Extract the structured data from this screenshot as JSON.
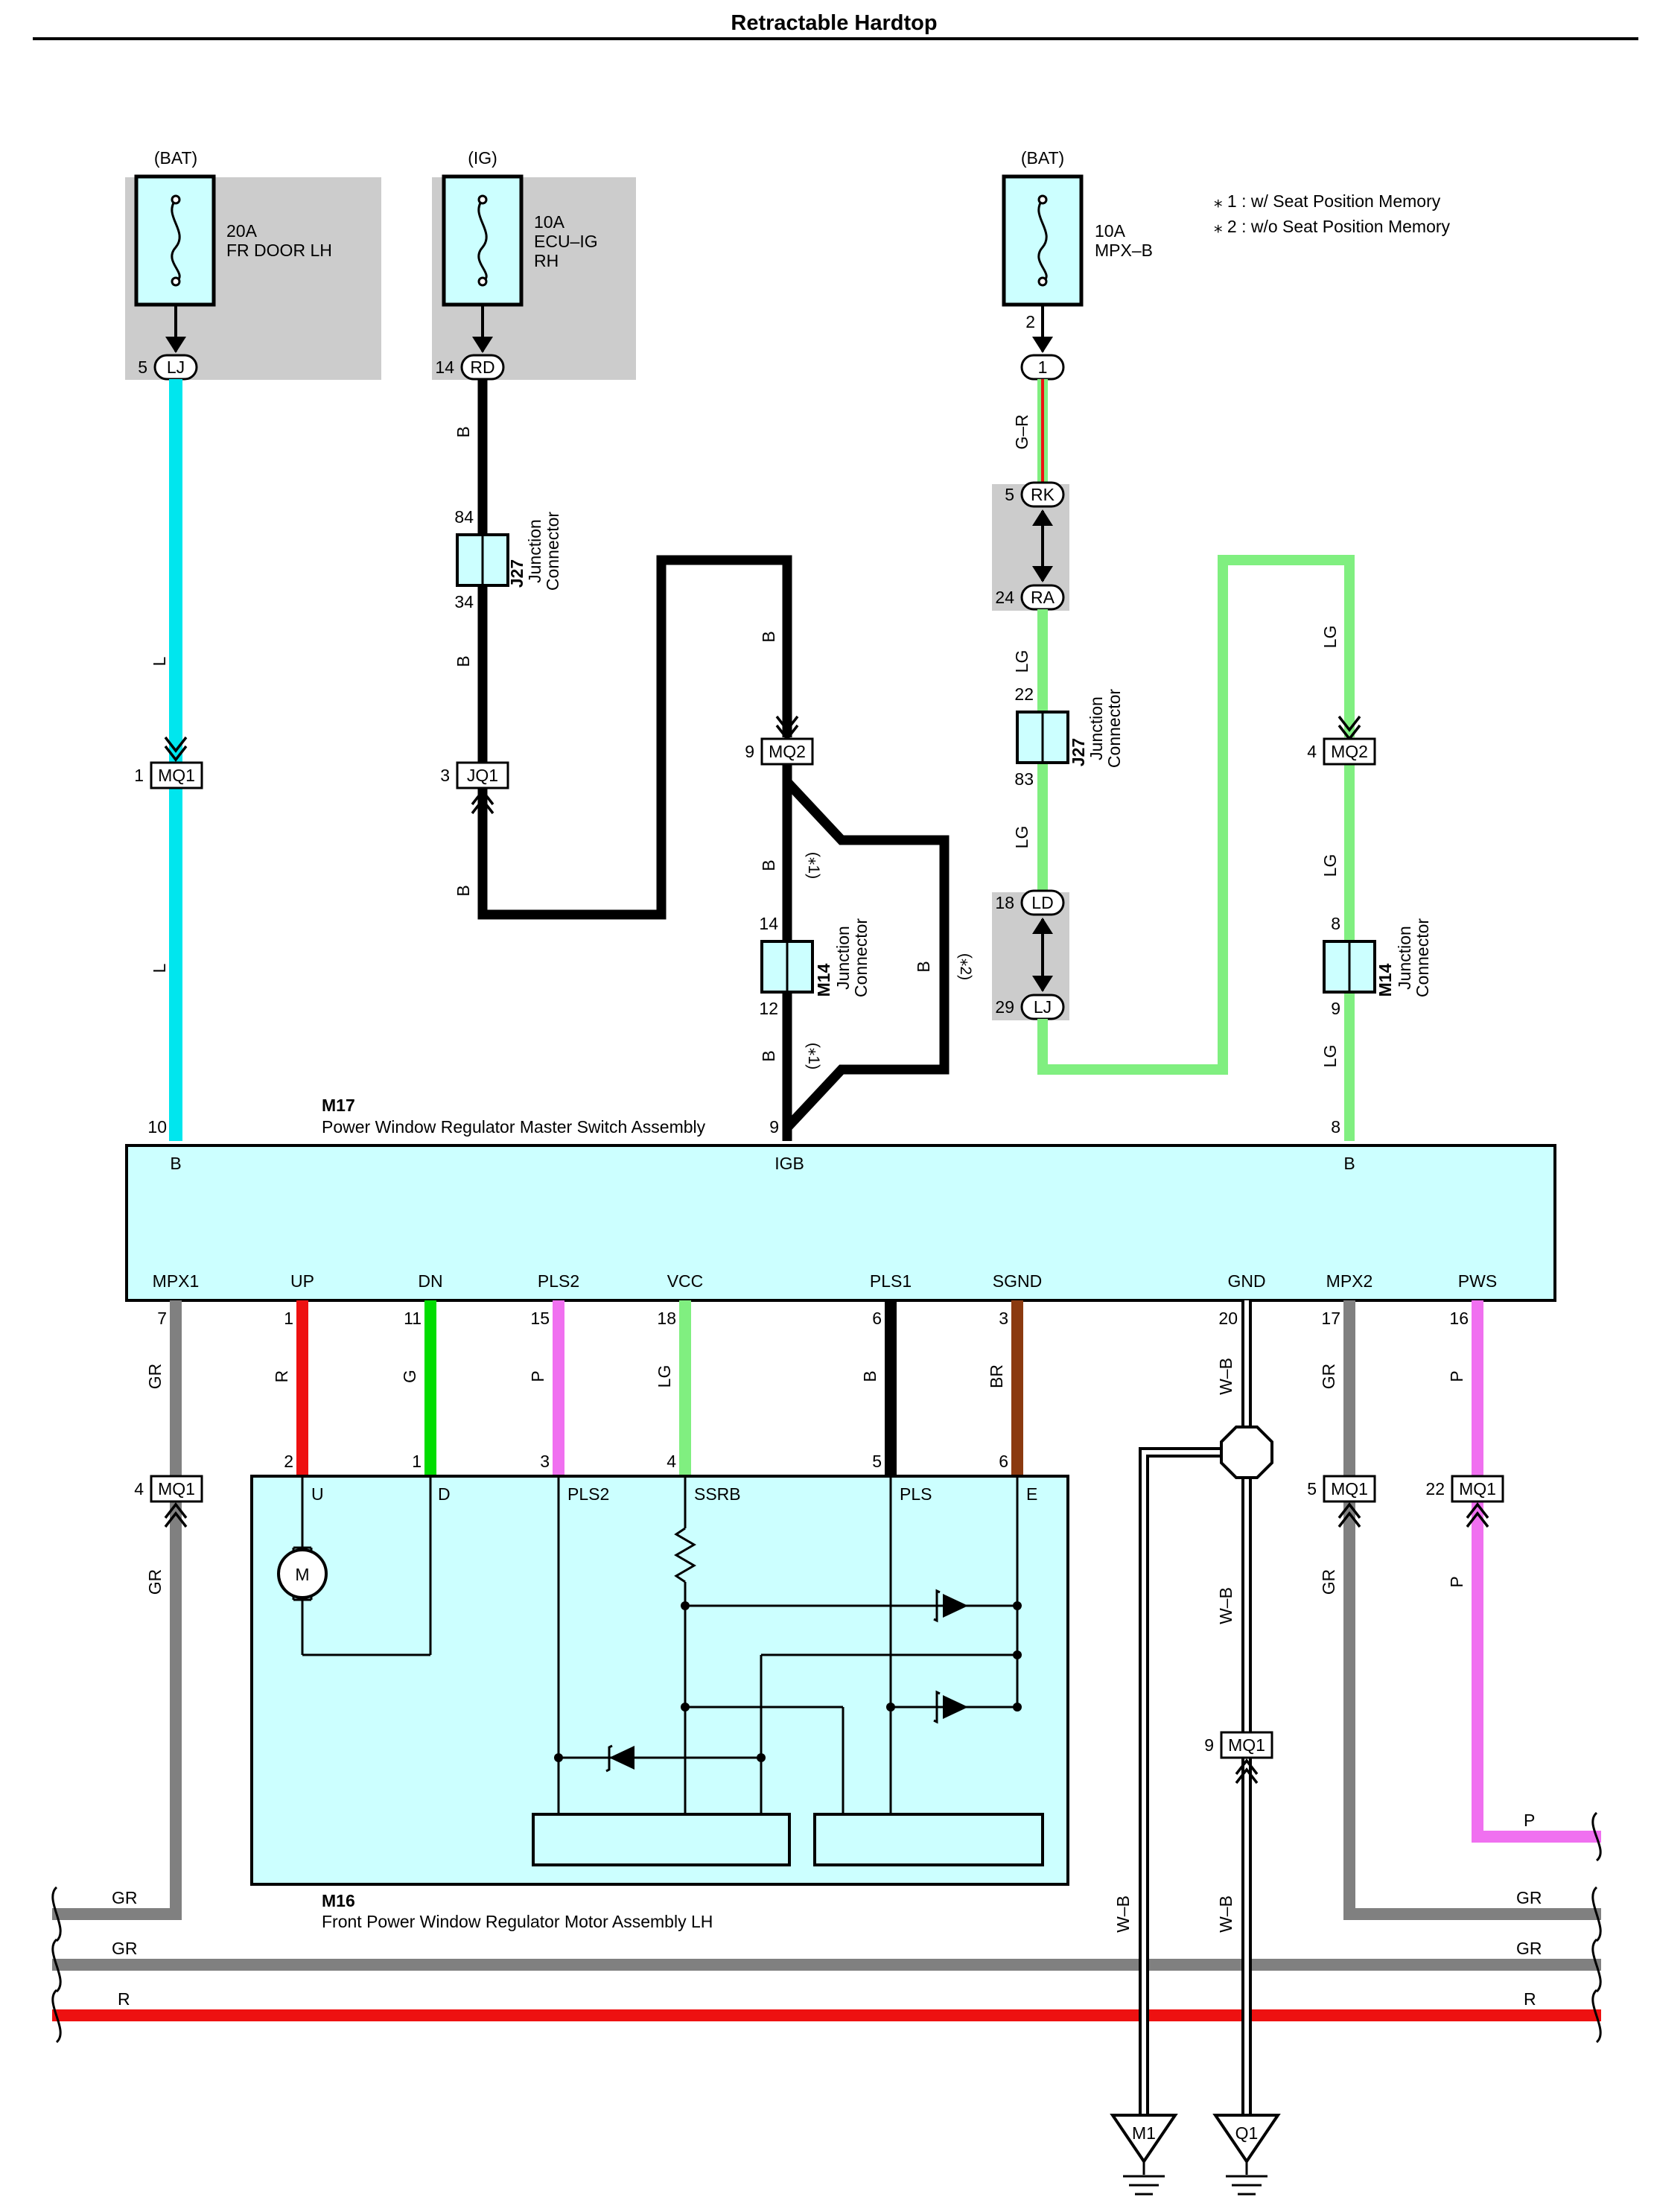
{
  "title": "Retractable Hardtop",
  "notes": [
    "⁎ 1 : w/ Seat Position Memory",
    "⁎ 2 : w/o Seat Position Memory"
  ],
  "colors": {
    "L": "#00e6ee",
    "B": "#000000",
    "LG": "#80ef80",
    "R": "#ee1111",
    "G": "#00dd00",
    "P": "#f070f0",
    "BR": "#8b3a10",
    "GR": "#808080",
    "box_fill": "#ccffff",
    "shade": "#cccccc"
  },
  "fuses": [
    {
      "source": "(BAT)",
      "amp": "20A",
      "name1": "FR DOOR LH",
      "name2": ""
    },
    {
      "source": "(IG)",
      "amp": "10A",
      "name1": "ECU–IG",
      "name2": "RH"
    },
    {
      "source": "(BAT)",
      "amp": "10A",
      "name1": "MPX–B",
      "name2": ""
    }
  ],
  "connector_codes": {
    "LJ": "LJ",
    "RD": "RD",
    "RK": "RK",
    "RA": "RA",
    "LD": "LD",
    "MQ1": "MQ1",
    "MQ2": "MQ2",
    "JQ1": "JQ1",
    "one": "1"
  },
  "junctions": {
    "J27": {
      "code": "J27",
      "label1": "Junction",
      "label2": "Connector"
    },
    "M14": {
      "code": "M14",
      "label1": "Junction",
      "label2": "Connector"
    }
  },
  "pins": {
    "lj5": "5",
    "rd14": "14",
    "fuse3_2": "2",
    "ep1": "1",
    "rk5": "5",
    "ra24": "24",
    "ld18": "18",
    "lj29": "29",
    "j27a_84": "84",
    "j27a_34": "34",
    "j27b_22": "22",
    "j27b_83": "83",
    "m14a_14": "14",
    "m14a_12": "12",
    "m14b_8": "8",
    "m14b_9": "9",
    "mq1_1": "1",
    "jq1_3": "3",
    "mq2_9": "9",
    "mq2_4": "4",
    "m17_10": "10",
    "m17_9": "9",
    "m17_8": "8",
    "mq1_4": "4",
    "mq1_5": "5",
    "mq1_22": "22",
    "mq1_9": "9"
  },
  "wire_labels": {
    "L": "L",
    "B": "B",
    "GR_code": "G–R",
    "LG": "LG",
    "R": "R",
    "G": "G",
    "P": "P",
    "BR": "BR",
    "GR": "GR",
    "WB": "W–B",
    "s1": "(⁎1)",
    "s2": "(⁎2)"
  },
  "m17": {
    "code": "M17",
    "name": "Power Window Regulator Master Switch Assembly",
    "top_terms": [
      {
        "name": "B",
        "pin": "10"
      },
      {
        "name": "IGB",
        "pin": "9"
      },
      {
        "name": "B",
        "pin": "8"
      }
    ],
    "bottom_terms": [
      {
        "name": "MPX1",
        "pin": "7",
        "wire": "GR"
      },
      {
        "name": "UP",
        "pin": "1",
        "wire": "R"
      },
      {
        "name": "DN",
        "pin": "11",
        "wire": "G"
      },
      {
        "name": "PLS2",
        "pin": "15",
        "wire": "P"
      },
      {
        "name": "VCC",
        "pin": "18",
        "wire": "LG"
      },
      {
        "name": "PLS1",
        "pin": "6",
        "wire": "B"
      },
      {
        "name": "SGND",
        "pin": "3",
        "wire": "BR"
      },
      {
        "name": "GND",
        "pin": "20",
        "wire": "W–B"
      },
      {
        "name": "MPX2",
        "pin": "17",
        "wire": "GR"
      },
      {
        "name": "PWS",
        "pin": "16",
        "wire": "P"
      }
    ]
  },
  "m16": {
    "code": "M16",
    "name": "Front Power Window Regulator Motor Assembly LH",
    "terms": [
      {
        "name": "U",
        "pin": "2"
      },
      {
        "name": "D",
        "pin": "1"
      },
      {
        "name": "PLS2",
        "pin": "3"
      },
      {
        "name": "SSRB",
        "pin": "4"
      },
      {
        "name": "PLS",
        "pin": "5"
      },
      {
        "name": "E",
        "pin": "6"
      }
    ],
    "motor": "M"
  },
  "bus": [
    {
      "left": "GR",
      "right": "GR"
    },
    {
      "left": "GR",
      "right": "GR"
    },
    {
      "left": "R",
      "right": "R"
    },
    {
      "left": "",
      "right": "P"
    }
  ],
  "grounds": [
    "M1",
    "Q1"
  ]
}
